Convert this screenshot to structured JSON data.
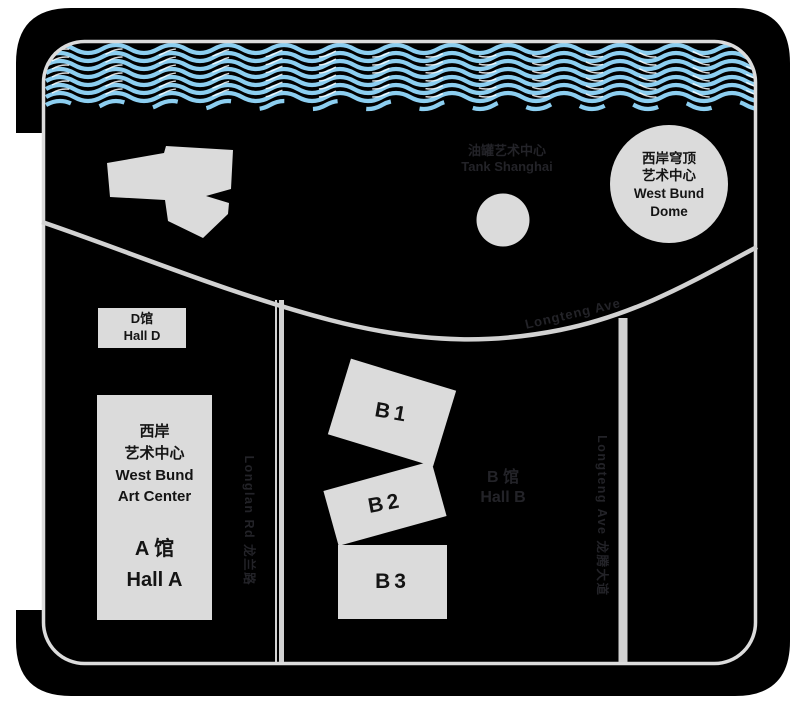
{
  "colors": {
    "map_background": "#000000",
    "building_fill": "#DBDBDB",
    "water_wave": "#8CCEF0",
    "wave_highlight": "#FFFFFF",
    "road": "#D2D2D2",
    "map_outline": "#DCDCDC",
    "label_text": "#141414",
    "faint_text": "#232328"
  },
  "venues": {
    "dome": {
      "lines": [
        "西岸穹顶",
        "艺术中心",
        "West Bund",
        "Dome"
      ]
    },
    "hall_d": {
      "lines": [
        "D馆",
        "Hall D"
      ]
    },
    "hall_a": {
      "lines_top": [
        "西岸",
        "艺术中心",
        "West Bund",
        "Art Center"
      ],
      "lines_bottom": [
        "A 馆",
        "Hall A"
      ]
    },
    "b1": {
      "label": "B1"
    },
    "b2": {
      "label": "B2"
    },
    "b3": {
      "label": "B3"
    },
    "hall_b_group": {
      "lines": [
        "B 馆",
        "Hall B"
      ]
    },
    "tank": {
      "lines": [
        "油罐艺术中心",
        "Tank Shanghai"
      ]
    }
  },
  "roads": {
    "longteng_curve": {
      "label": "Longteng Ave"
    },
    "longteng_vertical": {
      "label": "Longteng Ave 龙腾大道"
    },
    "longlan_vertical": {
      "label": "Longlan Rd 龙兰路"
    }
  }
}
